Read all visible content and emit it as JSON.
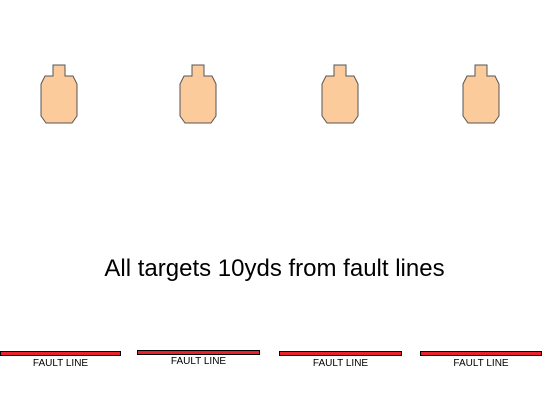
{
  "caption": "All targets 10yds from fault lines",
  "colors": {
    "target_fill": "#FBCB9B",
    "target_stroke": "#555555",
    "fault_line": "#E8222A"
  },
  "targets": [
    {
      "name": "target-1"
    },
    {
      "name": "target-2"
    },
    {
      "name": "target-3"
    },
    {
      "name": "target-4"
    }
  ],
  "fault_lines": [
    {
      "label": "FAULT LINE"
    },
    {
      "label": "FAULT LINE"
    },
    {
      "label": "FAULT LINE"
    },
    {
      "label": "FAULT LINE"
    }
  ]
}
